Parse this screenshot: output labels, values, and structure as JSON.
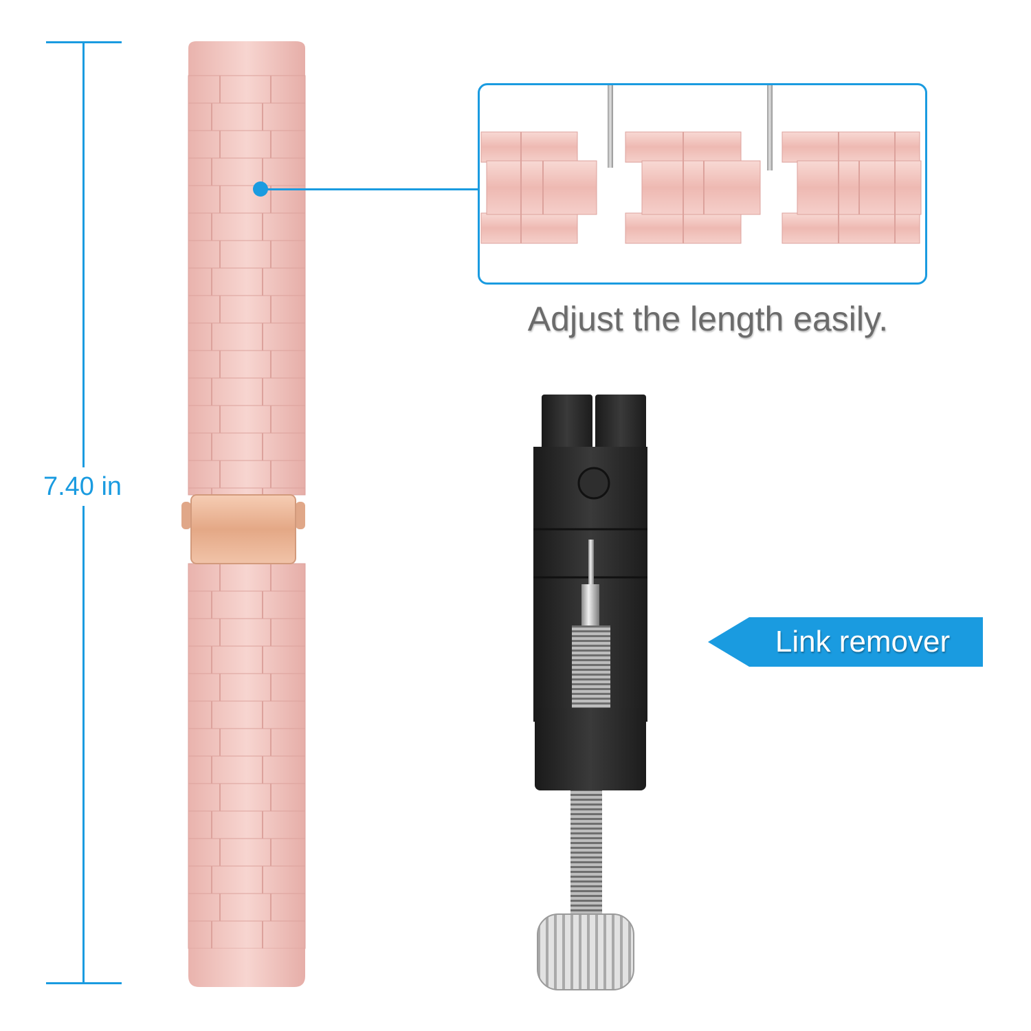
{
  "dimension": {
    "label": "7.40 in",
    "color": "#1a9be0"
  },
  "callout": {
    "caption": "Adjust the length easily.",
    "border_color": "#1a9be0"
  },
  "tool_tag": {
    "label": "Link remover",
    "background": "#1a9be0"
  },
  "colors": {
    "band_pink": "#f3c9c4",
    "band_shadow": "#dca29c",
    "clasp_gold": "#e8b59a",
    "tool_black": "#2b2b2b",
    "knob_silver": "#cfcfcf",
    "text_gray": "#6b6b6b"
  },
  "icons": [
    "watch-band-image",
    "link-remover-tool-image",
    "callout-dot-icon",
    "arrow-tag-icon"
  ]
}
